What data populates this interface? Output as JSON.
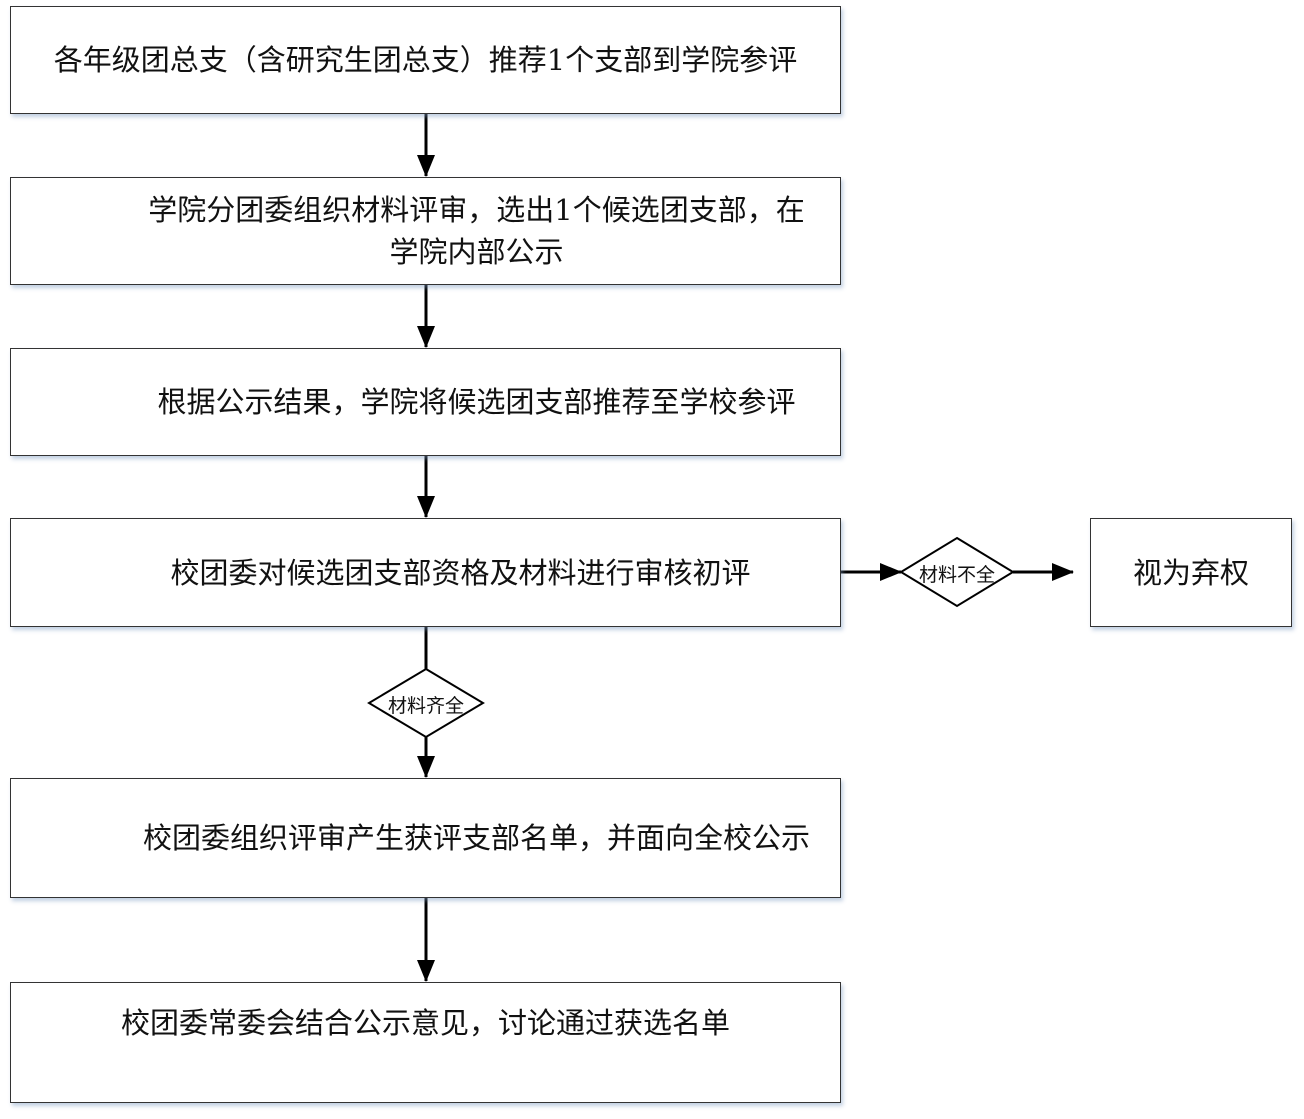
{
  "steps": [
    "各年级团总支（含研究生团总支）推荐1个支部到学院参评",
    "学院分团委组织材料评审，选出1个候选团支部，在学院内部公示",
    "根据公示结果，学院将候选团支部推荐至学校参评",
    "校团委对候选团支部资格及材料进行审核初评",
    "校团委组织评审产生获评支部名单，并面向全校公示",
    "校团委常委会结合公示意见，讨论通过获选名单"
  ],
  "decisions": {
    "complete": "材料齐全",
    "incomplete": "材料不全"
  },
  "outcome_incomplete": "视为弃权"
}
